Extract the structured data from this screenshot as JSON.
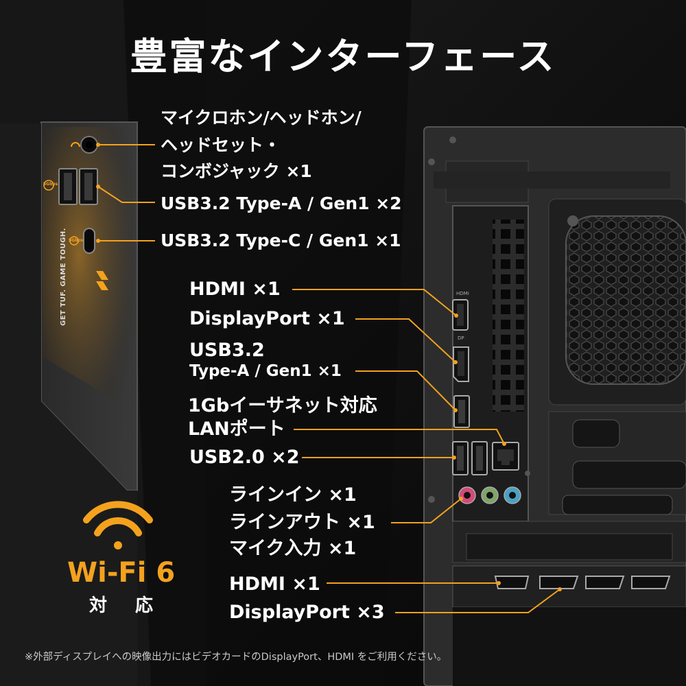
{
  "title": "豊富なインターフェース",
  "front_panel": {
    "combo_jack": {
      "line1": "マイクロホン/ヘッドホン/",
      "line2": "ヘッドセット・",
      "line3": "コンボジャック ×1"
    },
    "usb_type_a": "USB3.2 Type-A / Gen1 ×2",
    "usb_type_c": "USB3.2 Type-C / Gen1 ×1",
    "vertical_text": "GET TUF. GAME TOUGH.",
    "usb_speed_badge": "5Gbps"
  },
  "rear_panel": {
    "hdmi_mb": "HDMI ×1",
    "displayport_mb": "DisplayPort ×1",
    "usb32": {
      "line1": "USB3.2",
      "line2": "Type-A / Gen1 ×1"
    },
    "lan": {
      "line1": "1Gbイーサネット対応",
      "line2": "LANポート"
    },
    "usb20": "USB2.0 ×2",
    "audio": {
      "line1": "ラインイン ×1",
      "line2": "ラインアウト ×1",
      "line3": "マイク入力 ×1"
    },
    "hdmi_gpu": "HDMI ×1",
    "displayport_gpu": "DisplayPort ×3",
    "port_tags": {
      "hdmi": "HDMI",
      "dp": "DP"
    }
  },
  "wifi": {
    "label": "Wi-Fi 6",
    "sub": "対 応"
  },
  "footnote": "※外部ディスプレイへの映像出力にはビデオカードのDisplayPort、HDMI をご利用ください。",
  "colors": {
    "accent": "#f4a21e",
    "background": "#0a0a0a",
    "text": "#ffffff",
    "note": "#c9c9c9",
    "jack_pink": "#d24a7a",
    "jack_green": "#7fa46a",
    "jack_blue": "#4aa0c4"
  },
  "icons": [
    "headset-jack-icon",
    "usb-a-icon",
    "usb-c-icon",
    "hdmi-port-icon",
    "displayport-icon",
    "lan-port-icon",
    "audio-jack-icon",
    "wifi-icon"
  ]
}
